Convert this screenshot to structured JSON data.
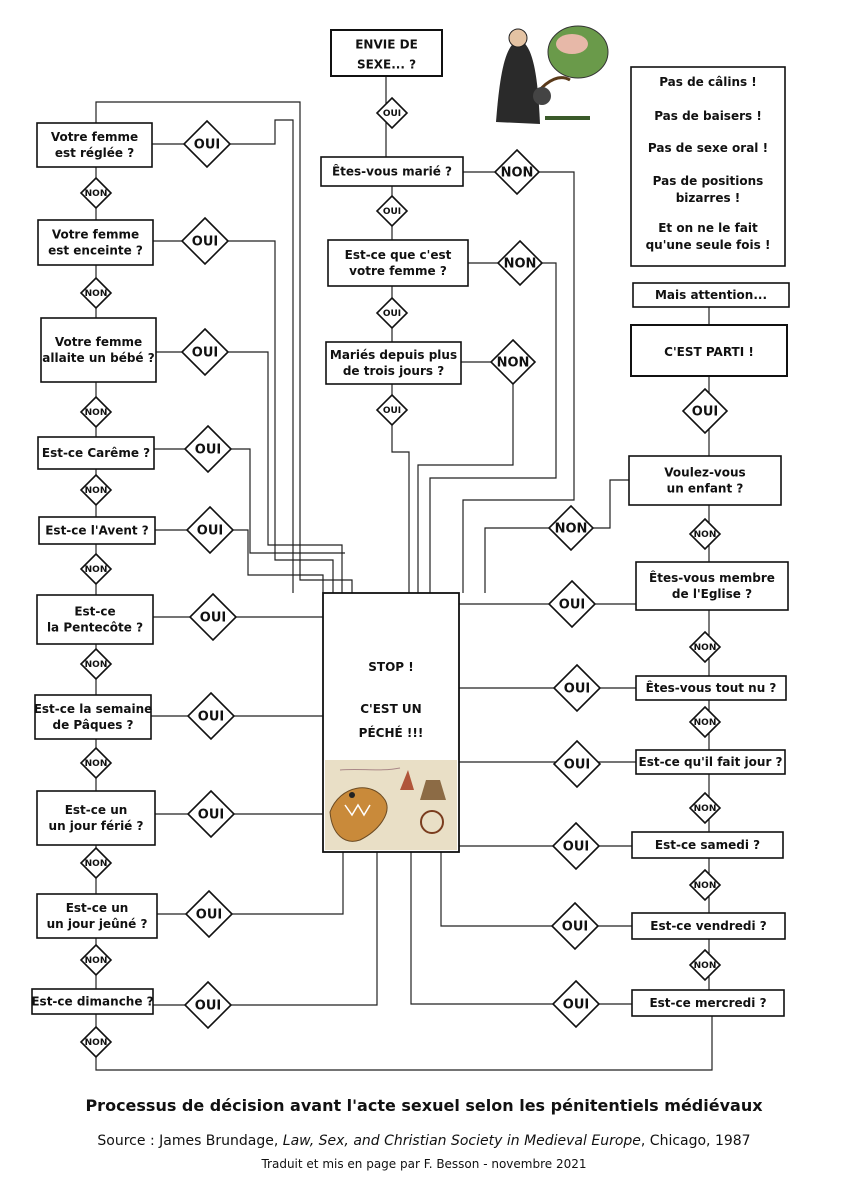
{
  "start": {
    "lines": [
      "ENVIE DE",
      "SEXE... ?"
    ],
    "color": "#a01414"
  },
  "labels": {
    "oui": "OUI",
    "non": "NON"
  },
  "center": {
    "questions": [
      {
        "lines": [
          "Êtes-vous marié ?"
        ]
      },
      {
        "lines": [
          "Est-ce que c'est",
          "votre femme ?"
        ]
      },
      {
        "lines": [
          "Mariés depuis plus",
          "de trois jours ?"
        ]
      }
    ]
  },
  "left": {
    "questions": [
      {
        "lines": [
          "Votre femme",
          "est réglée ?"
        ]
      },
      {
        "lines": [
          "Votre femme",
          "est enceinte ?"
        ]
      },
      {
        "lines": [
          "Votre femme",
          "allaite un bébé ?"
        ]
      },
      {
        "lines": [
          "Est-ce Carême ?"
        ]
      },
      {
        "lines": [
          "Est-ce l'Avent ?"
        ]
      },
      {
        "lines": [
          "Est-ce",
          "la Pentecôte ?"
        ]
      },
      {
        "lines": [
          "Est-ce la semaine",
          "de Pâques ?"
        ]
      },
      {
        "lines": [
          "Est-ce un",
          "un jour férié ?"
        ]
      },
      {
        "lines": [
          "Est-ce un",
          "un jour jeûné ?"
        ]
      },
      {
        "lines": [
          "Est-ce dimanche ?"
        ]
      }
    ]
  },
  "right": {
    "questions": [
      {
        "lines": [
          "Voulez-vous",
          "un enfant ?"
        ]
      },
      {
        "lines": [
          "Êtes-vous membre",
          "de l'Eglise ?"
        ]
      },
      {
        "lines": [
          "Êtes-vous tout nu ?"
        ]
      },
      {
        "lines": [
          "Est-ce qu'il fait jour ?"
        ]
      },
      {
        "lines": [
          "Est-ce samedi ?"
        ]
      },
      {
        "lines": [
          "Est-ce vendredi ?"
        ]
      },
      {
        "lines": [
          "Est-ce mercredi ?"
        ]
      }
    ]
  },
  "rules": {
    "lines": [
      "Pas de câlins !",
      "Pas de baisers !",
      "Pas de sexe oral !",
      "Pas de positions",
      "bizarres !",
      "Et on ne le fait",
      "qu'une seule fois !"
    ]
  },
  "attention": {
    "lines": [
      "Mais attention..."
    ]
  },
  "cest_parti": {
    "lines": [
      "C'EST PARTI !"
    ]
  },
  "stop": {
    "lines": [
      "STOP !",
      "",
      "C'EST UN",
      "PÉCHÉ !!!"
    ]
  },
  "footer": {
    "title": "Processus de décision avant l'acte sexuel selon les pénitentiels médiévaux",
    "source_prefix": "Source : James Brundage, ",
    "source_book": "Law, Sex, and Christian Society in Medieval Europe",
    "source_suffix": ", Chicago, 1987",
    "credit": "Traduit et mis en page par F. Besson - novembre 2021"
  }
}
